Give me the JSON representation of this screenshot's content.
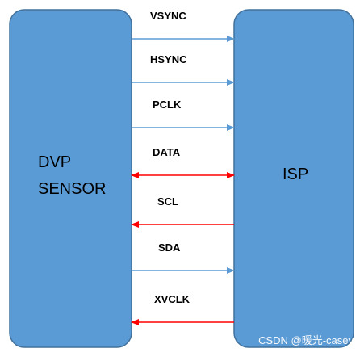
{
  "blocks": {
    "sensor": {
      "line1": "DVP",
      "line2": "SENSOR"
    },
    "isp": {
      "label": "ISP"
    }
  },
  "signals": [
    {
      "name": "VSYNC",
      "direction": "sensor-to-isp",
      "color": "#5b9bd5"
    },
    {
      "name": "HSYNC",
      "direction": "sensor-to-isp",
      "color": "#5b9bd5"
    },
    {
      "name": "PCLK",
      "direction": "sensor-to-isp",
      "color": "#5b9bd5"
    },
    {
      "name": "DATA",
      "direction": "bidirectional",
      "color": "#ff0000"
    },
    {
      "name": "SCL",
      "direction": "isp-to-sensor",
      "color": "#ff0000"
    },
    {
      "name": "SDA",
      "direction": "sensor-to-isp",
      "color": "#5b9bd5"
    },
    {
      "name": "XVCLK",
      "direction": "isp-to-sensor",
      "color": "#ff0000"
    }
  ],
  "watermark": "CSDN @暖光-casey"
}
